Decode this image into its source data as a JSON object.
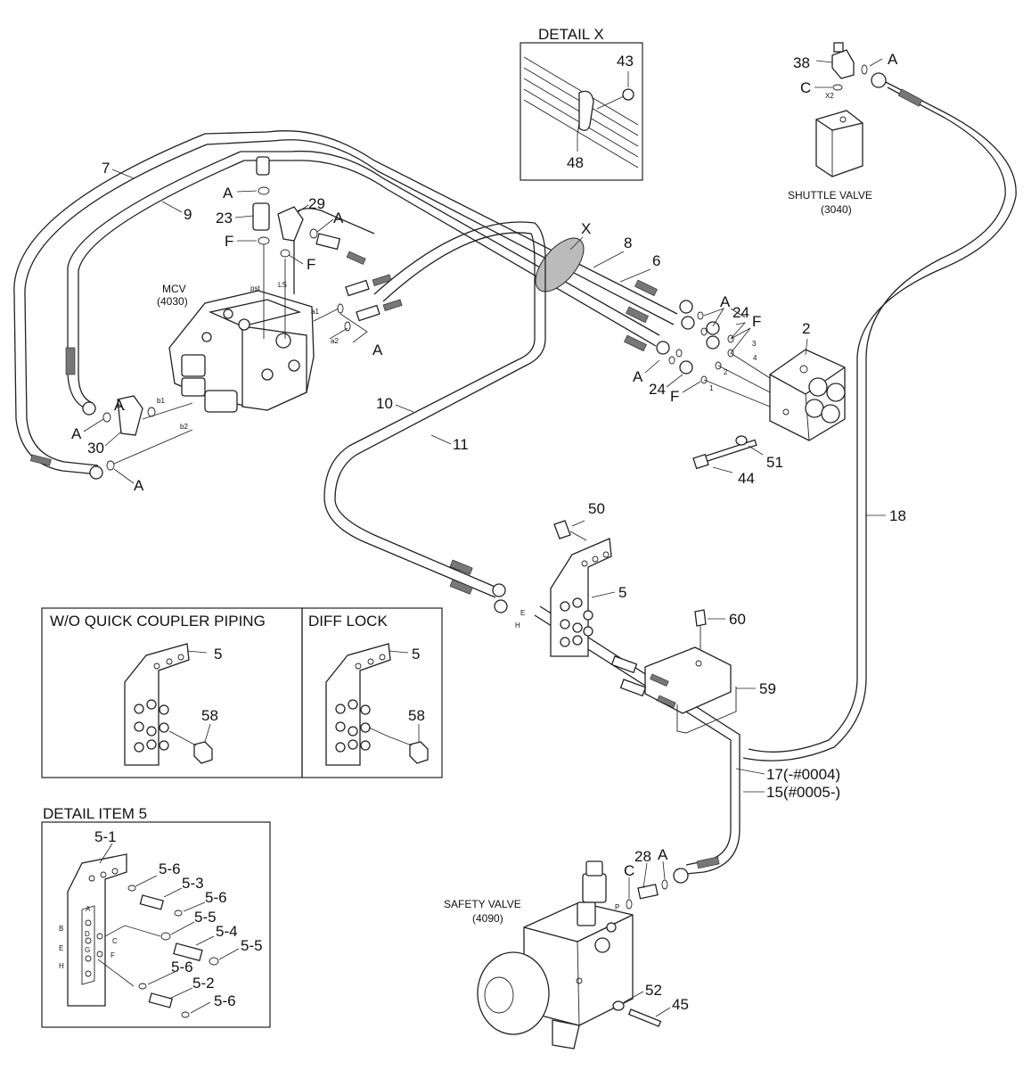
{
  "panels": {
    "detail_x_title": "DETAIL X",
    "wo_quick_coupler_title": "W/O QUICK COUPLER PIPING",
    "diff_lock_title": "DIFF LOCK",
    "detail_item5_title": "DETAIL ITEM 5"
  },
  "components": {
    "shuttle_valve": "SHUTTLE VALVE",
    "shuttle_valve_code": "(3040)",
    "mcv": "MCV",
    "mcv_code": "(4030)",
    "safety_valve": "SAFETY VALVE",
    "safety_valve_code": "(4090)"
  },
  "port_marks": {
    "pst": "pst",
    "ls": "LS",
    "a1": "a1",
    "a2": "a2",
    "b1": "b1",
    "b2": "b2",
    "x2": "X2",
    "p": "P",
    "e": "E",
    "h": "H",
    "n1": "1",
    "n2": "2",
    "n3": "3",
    "n4": "4",
    "b": "B",
    "d": "D",
    "g": "G",
    "c": "C",
    "f": "F",
    "A": "A",
    "E": "E",
    "H": "H"
  },
  "callouts": {
    "c43": "43",
    "c48": "48",
    "c38": "38",
    "cA_38": "A",
    "cC_38": "C",
    "c7": "7",
    "c9": "9",
    "cA_23": "A",
    "c23": "23",
    "cF_23": "F",
    "c29": "29",
    "cA_29": "A",
    "cF_29": "F",
    "cX": "X",
    "c8": "8",
    "c6": "6",
    "cA_24": "A",
    "c24a": "24",
    "cF_24a": "F",
    "c2": "2",
    "cA_mcv": "A",
    "c10": "10",
    "c11": "11",
    "cA_b1": "A",
    "cA_left": "A",
    "c30": "30",
    "cA_b2": "A",
    "cA_24b": "A",
    "c24b": "24",
    "cF_24b": "F",
    "c51": "51",
    "c44": "44",
    "c18": "18",
    "c50": "50",
    "c5": "5",
    "c60": "60",
    "c59": "59",
    "c5_woqc": "5",
    "c58_woqc": "58",
    "c5_diff": "5",
    "c58_diff": "58",
    "c17": "17(-#0004)",
    "c15": "15(#0005-)",
    "c5_1": "5-1",
    "c5_6a": "5-6",
    "c5_3": "5-3",
    "c5_6b": "5-6",
    "c5_5a": "5-5",
    "c5_4": "5-4",
    "c5_5b": "5-5",
    "c5_6c": "5-6",
    "c5_2": "5-2",
    "c5_6d": "5-6",
    "c28": "28",
    "cC_sv": "C",
    "cA_sv": "A",
    "c52": "52",
    "c45": "45"
  },
  "colors": {
    "line": "#222222",
    "background": "#ffffff"
  }
}
